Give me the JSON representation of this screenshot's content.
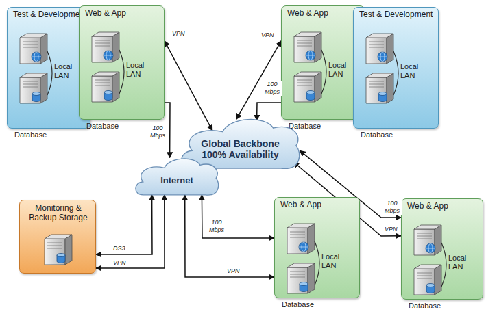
{
  "diagram": {
    "nodes": [
      {
        "text": [
          "Test & Development",
          "Local LAN",
          "Database"
        ]
      },
      {
        "text": [
          "Web & App",
          "Local LAN",
          "Database"
        ]
      },
      {
        "text": [
          "Web & App",
          "Local LAN",
          "Database"
        ]
      },
      {
        "text": [
          "Test & Development",
          "Local LAN",
          "Database"
        ]
      },
      {
        "text": [
          "Global Backbone 100% Availability"
        ]
      },
      {
        "text": [
          "Internet"
        ]
      },
      {
        "text": [
          "Monitoring & Backup Storage"
        ]
      },
      {
        "text": [
          "Web & App",
          "Local LAN",
          "Database"
        ]
      },
      {
        "text": [
          "Web & App",
          "Local LAN",
          "Database"
        ]
      }
    ],
    "edges": [
      {
        "from": 1,
        "to": 4,
        "label": "VPN",
        "arrow": "both"
      },
      {
        "from": 1,
        "to": 5,
        "label": "100 Mbps",
        "arrow": "to"
      },
      {
        "from": 2,
        "to": 4,
        "label": "VPN",
        "arrow": "both"
      },
      {
        "from": 2,
        "to": 4,
        "label": "100 Mbps",
        "arrow": "to"
      },
      {
        "from": 6,
        "to": 5,
        "label": "DS3",
        "arrow": "both"
      },
      {
        "from": 6,
        "to": 5,
        "label": "VPN",
        "arrow": "both"
      },
      {
        "from": 7,
        "to": 5,
        "label": "100 Mbps",
        "arrow": "both"
      },
      {
        "from": 7,
        "to": 5,
        "label": "VPN",
        "arrow": "both"
      },
      {
        "from": 8,
        "to": 4,
        "label": "100 Mbps",
        "arrow": "both"
      },
      {
        "from": 8,
        "to": 4,
        "label": "VPN",
        "arrow": "both"
      }
    ]
  }
}
